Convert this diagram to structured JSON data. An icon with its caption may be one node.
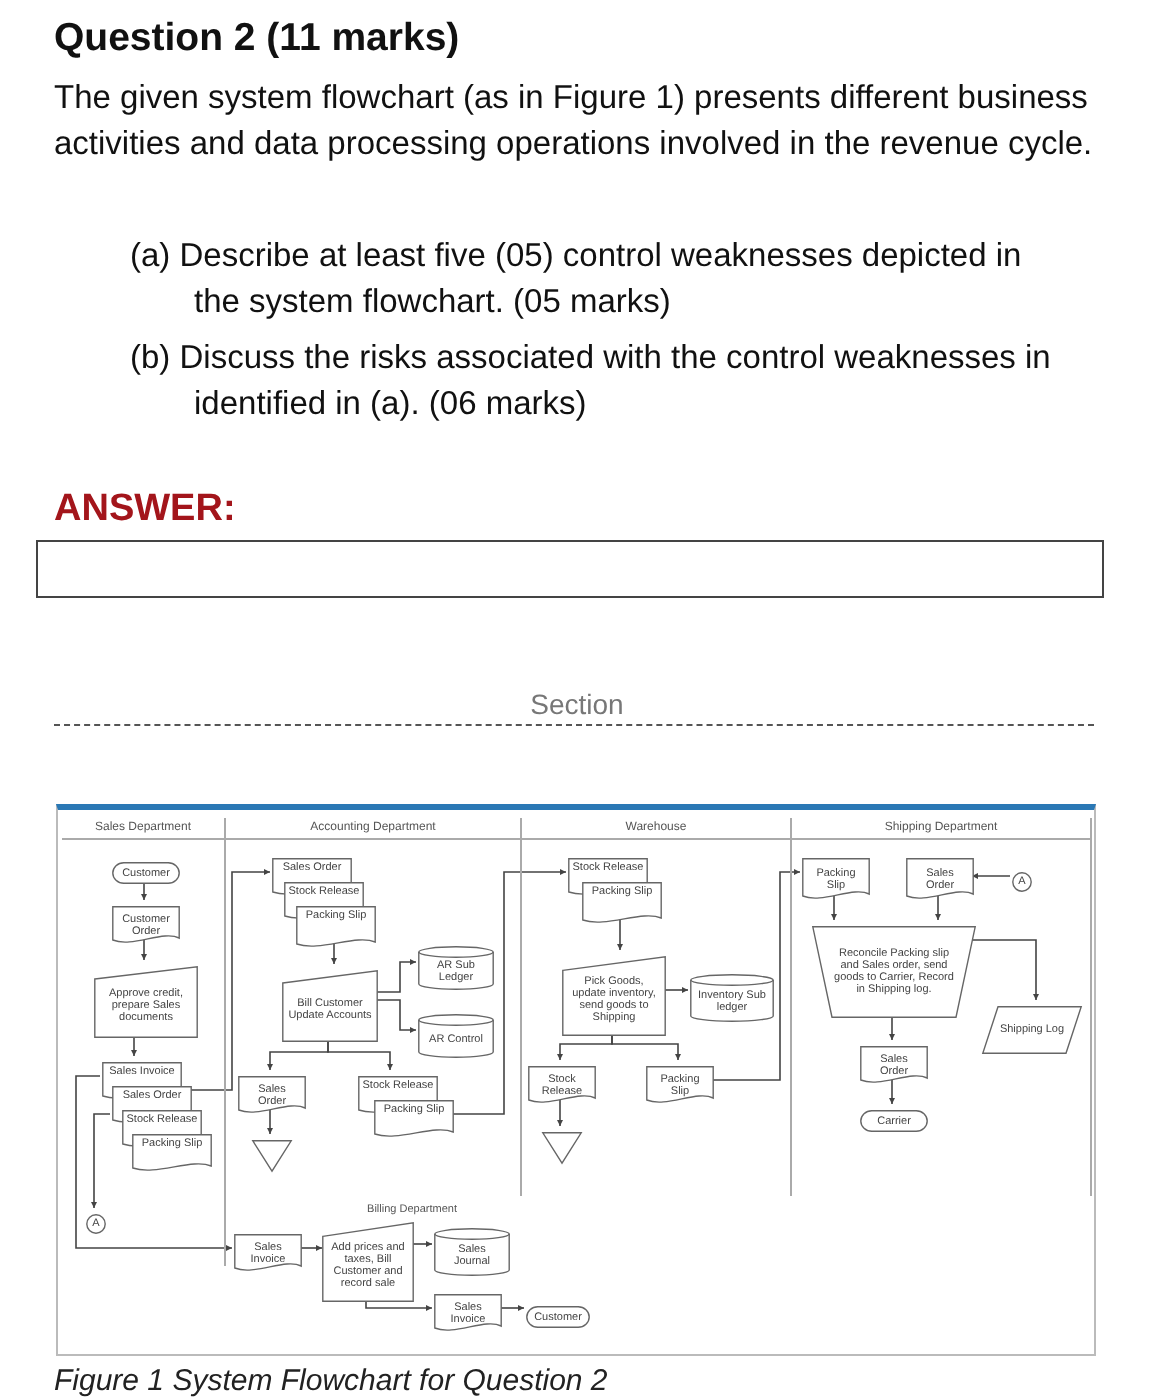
{
  "diagram": {
    "title": "Question 2 (11 marks)",
    "caption": "Figure 1 System Flowchart for Question 2",
    "nodes": [
      {
        "text": [
          "Sales Department"
        ]
      },
      {
        "text": [
          "Accounting Department"
        ]
      },
      {
        "text": [
          "Warehouse"
        ]
      },
      {
        "text": [
          "Shipping Department"
        ]
      },
      {
        "text": [
          "Customer"
        ],
        "in": 0
      },
      {
        "text": [
          "Customer Order"
        ],
        "in": 0
      },
      {
        "text": [
          "Approve credit, prepare Sales documents"
        ],
        "in": 0
      },
      {
        "text": [
          "Sales Invoice"
        ],
        "in": 0
      },
      {
        "text": [
          "Sales Order"
        ],
        "in": 0
      },
      {
        "text": [
          "Stock Release"
        ],
        "in": 0
      },
      {
        "text": [
          "Packing Slip"
        ],
        "in": 0
      },
      {
        "text": [
          "A"
        ],
        "in": 0
      },
      {
        "text": [
          "Sales Order"
        ],
        "in": 1
      },
      {
        "text": [
          "Stock Release"
        ],
        "in": 1
      },
      {
        "text": [
          "Packing Slip"
        ],
        "in": 1
      },
      {
        "text": [
          "Bill Customer Update Accounts"
        ],
        "in": 1
      },
      {
        "text": [
          "AR Sub Ledger"
        ],
        "in": 1
      },
      {
        "text": [
          "AR Control"
        ],
        "in": 1
      },
      {
        "text": [
          "Sales Order"
        ],
        "in": 1
      },
      {
        "text": [],
        "shape": "triangle",
        "in": 1
      },
      {
        "text": [
          "Stock Release"
        ],
        "in": 1
      },
      {
        "text": [
          "Packing Slip"
        ],
        "in": 1
      },
      {
        "text": [
          "Stock Release"
        ],
        "in": 2
      },
      {
        "text": [
          "Packing Slip"
        ],
        "in": 2
      },
      {
        "text": [
          "Pick Goods, update inventory, send goods to Shipping"
        ],
        "in": 2
      },
      {
        "text": [
          "Inventory Sub ledger"
        ],
        "in": 2
      },
      {
        "text": [
          "Stock Release"
        ],
        "in": 2
      },
      {
        "text": [],
        "shape": "triangle",
        "in": 2
      },
      {
        "text": [
          "Packing Slip"
        ],
        "in": 2
      },
      {
        "text": [
          "Packing Slip"
        ],
        "in": 3
      },
      {
        "text": [
          "Sales Order"
        ],
        "in": 3
      },
      {
        "text": [
          "A"
        ],
        "in": 3
      },
      {
        "text": [
          "Reconcile Packing slip and Sales order, send goods to Carrier, Record in Shipping log."
        ],
        "in": 3
      },
      {
        "text": [
          "Shipping Log"
        ],
        "in": 3
      },
      {
        "text": [
          "Sales Order"
        ],
        "in": 3
      },
      {
        "text": [
          "Carrier"
        ],
        "in": 3
      },
      {
        "text": [
          "Billing Department"
        ]
      },
      {
        "text": [
          "Sales Invoice"
        ],
        "in": 36
      },
      {
        "text": [
          "Add prices and taxes, Bill Customer and record sale"
        ],
        "in": 36
      },
      {
        "text": [
          "Sales Journal"
        ],
        "in": 36
      },
      {
        "text": [
          "Sales Invoice"
        ],
        "in": 36
      },
      {
        "text": [
          "Customer"
        ],
        "in": 36
      }
    ],
    "edges": [
      {
        "from": 4,
        "to": 5,
        "arrow": "to"
      },
      {
        "from": 5,
        "to": 6,
        "arrow": "to"
      },
      {
        "from": 6,
        "to": 7,
        "arrow": "to"
      },
      {
        "from": 8,
        "to": 12,
        "arrow": "to"
      },
      {
        "from": 8,
        "to": 11,
        "arrow": "to"
      },
      {
        "from": 7,
        "to": 37,
        "arrow": "to"
      },
      {
        "from": 14,
        "to": 15,
        "arrow": "to"
      },
      {
        "from": 15,
        "to": 16,
        "arrow": "to"
      },
      {
        "from": 15,
        "to": 17,
        "arrow": "to"
      },
      {
        "from": 15,
        "to": 18,
        "arrow": "to"
      },
      {
        "from": 15,
        "to": 20,
        "arrow": "to"
      },
      {
        "from": 18,
        "to": 19,
        "arrow": "to"
      },
      {
        "from": 21,
        "to": 22,
        "arrow": "to"
      },
      {
        "from": 23,
        "to": 24,
        "arrow": "to"
      },
      {
        "from": 24,
        "to": 25,
        "arrow": "to"
      },
      {
        "from": 24,
        "to": 26,
        "arrow": "to"
      },
      {
        "from": 24,
        "to": 28,
        "arrow": "to"
      },
      {
        "from": 26,
        "to": 27,
        "arrow": "to"
      },
      {
        "from": 28,
        "to": 29,
        "arrow": "to"
      },
      {
        "from": 31,
        "to": 30,
        "arrow": "to"
      },
      {
        "from": 29,
        "to": 32,
        "arrow": "to"
      },
      {
        "from": 30,
        "to": 32,
        "arrow": "to"
      },
      {
        "from": 32,
        "to": 33,
        "arrow": "to"
      },
      {
        "from": 32,
        "to": 34,
        "arrow": "to"
      },
      {
        "from": 34,
        "to": 35,
        "arrow": "to"
      },
      {
        "from": 37,
        "to": 38,
        "arrow": "to"
      },
      {
        "from": 38,
        "to": 39,
        "arrow": "to"
      },
      {
        "from": 38,
        "to": 40,
        "arrow": "to"
      },
      {
        "from": 40,
        "to": 41,
        "arrow": "to"
      }
    ],
    "labels": [
      "The given system flowchart (as in Figure 1) presents different business activities and data processing operations involved in the revenue cycle.",
      "(a) Describe at least five (05) control weaknesses depicted in the system flowchart. (05 marks)",
      "(b) Discuss the risks associated with the control weaknesses in identified in (a). (06 marks)",
      "ANSWER:",
      "Section"
    ]
  }
}
